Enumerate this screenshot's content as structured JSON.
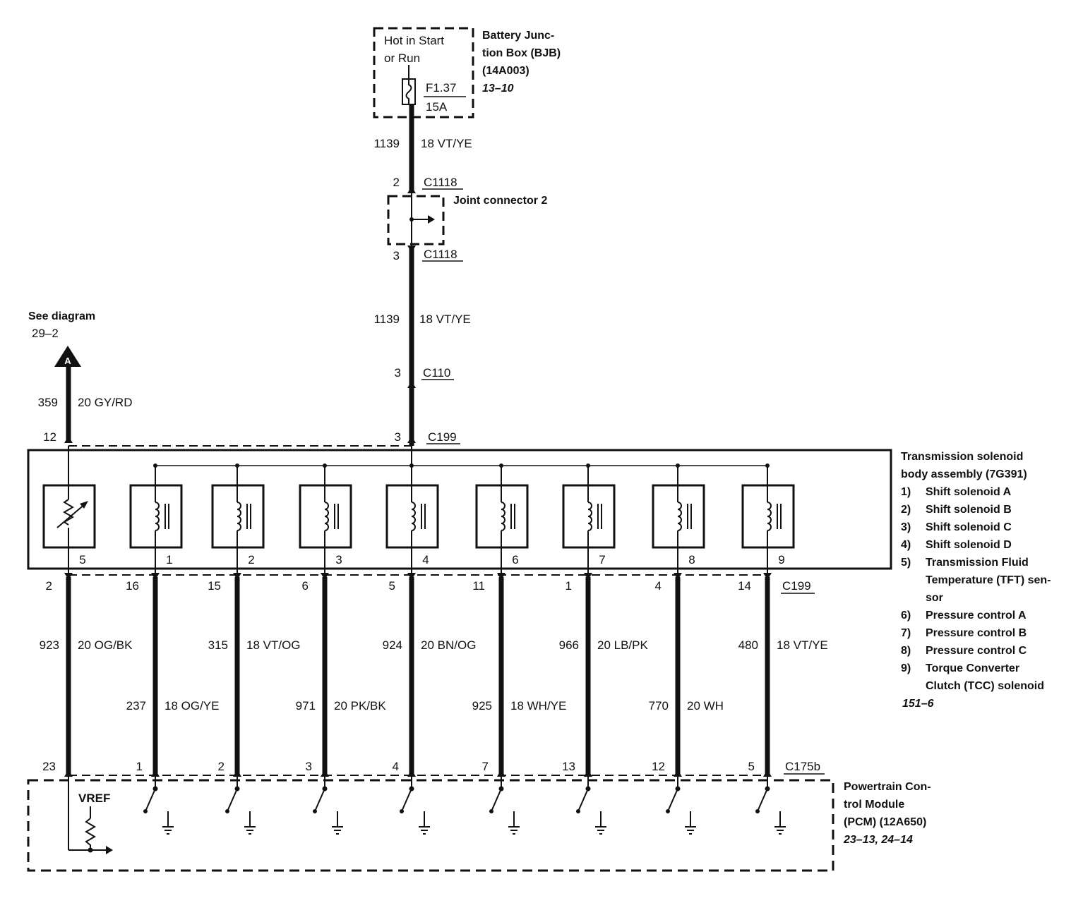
{
  "bjb": {
    "note_line1": "Hot in Start",
    "note_line2": "or Run",
    "fuse_id": "F1.37",
    "fuse_rating": "15A",
    "title_line1": "Battery Junc-",
    "title_line2": "tion Box (BJB)",
    "title_line3": "(14A003)",
    "ref": "13–10"
  },
  "feed": {
    "upper_circuit": "1139",
    "upper_wire": "18 VT/YE",
    "c1118_top_pin": "2",
    "c1118_top": "C1118",
    "joint_label": "Joint connector 2",
    "c1118_bot_pin": "3",
    "c1118_bot": "C1118",
    "lower_circuit": "1139",
    "lower_wire": "18 VT/YE",
    "c110_pin": "3",
    "c110": "C110"
  },
  "see_diagram": {
    "line1": "See diagram",
    "line2": "29–2",
    "tag": "A"
  },
  "tft_feed": {
    "circuit": "359",
    "wire": "20 GY/RD"
  },
  "c199_top": {
    "left_pin": "12",
    "right_pin": "3",
    "name": "C199"
  },
  "c199_bottom_name": "C199",
  "c175b_name": "C175b",
  "solenoid_body": {
    "title_line1": "Transmission solenoid",
    "title_line2": "body assembly (7G391)",
    "legend": [
      {
        "num": "1)",
        "lines": [
          "Shift solenoid A"
        ]
      },
      {
        "num": "2)",
        "lines": [
          "Shift solenoid B"
        ]
      },
      {
        "num": "3)",
        "lines": [
          "Shift solenoid C"
        ]
      },
      {
        "num": "4)",
        "lines": [
          "Shift solenoid D"
        ]
      },
      {
        "num": "5)",
        "lines": [
          "Transmission Fluid",
          "Temperature (TFT) sen-",
          "sor"
        ]
      },
      {
        "num": "6)",
        "lines": [
          "Pressure control A"
        ]
      },
      {
        "num": "7)",
        "lines": [
          "Pressure control B"
        ]
      },
      {
        "num": "8)",
        "lines": [
          "Pressure control C"
        ]
      },
      {
        "num": "9)",
        "lines": [
          "Torque Converter",
          "Clutch (TCC) solenoid"
        ]
      }
    ],
    "ref": "151–6"
  },
  "pcm": {
    "title_line1": "Powertrain Con-",
    "title_line2": "trol Module",
    "title_line3": "(PCM) (12A650)",
    "ref": "23–13, 24–14",
    "vref": "VREF"
  },
  "components": [
    {
      "num": "5",
      "c199_pin": "2",
      "circuit": "923",
      "wire": "20 OG/BK",
      "c175b_pin": "23"
    },
    {
      "num": "1",
      "c199_pin": "16",
      "circuit": "237",
      "wire": "18 OG/YE",
      "c175b_pin": "1"
    },
    {
      "num": "2",
      "c199_pin": "15",
      "circuit": "315",
      "wire": "18 VT/OG",
      "c175b_pin": "2"
    },
    {
      "num": "3",
      "c199_pin": "6",
      "circuit": "971",
      "wire": "20 PK/BK",
      "c175b_pin": "3"
    },
    {
      "num": "4",
      "c199_pin": "5",
      "circuit": "924",
      "wire": "20 BN/OG",
      "c175b_pin": "4"
    },
    {
      "num": "6",
      "c199_pin": "11",
      "circuit": "925",
      "wire": "18 WH/YE",
      "c175b_pin": "7"
    },
    {
      "num": "7",
      "c199_pin": "1",
      "circuit": "966",
      "wire": "20 LB/PK",
      "c175b_pin": "13"
    },
    {
      "num": "8",
      "c199_pin": "4",
      "circuit": "770",
      "wire": "20 WH",
      "c175b_pin": "12"
    },
    {
      "num": "9",
      "c199_pin": "14",
      "circuit": "480",
      "wire": "18 VT/YE",
      "c175b_pin": "5"
    }
  ]
}
